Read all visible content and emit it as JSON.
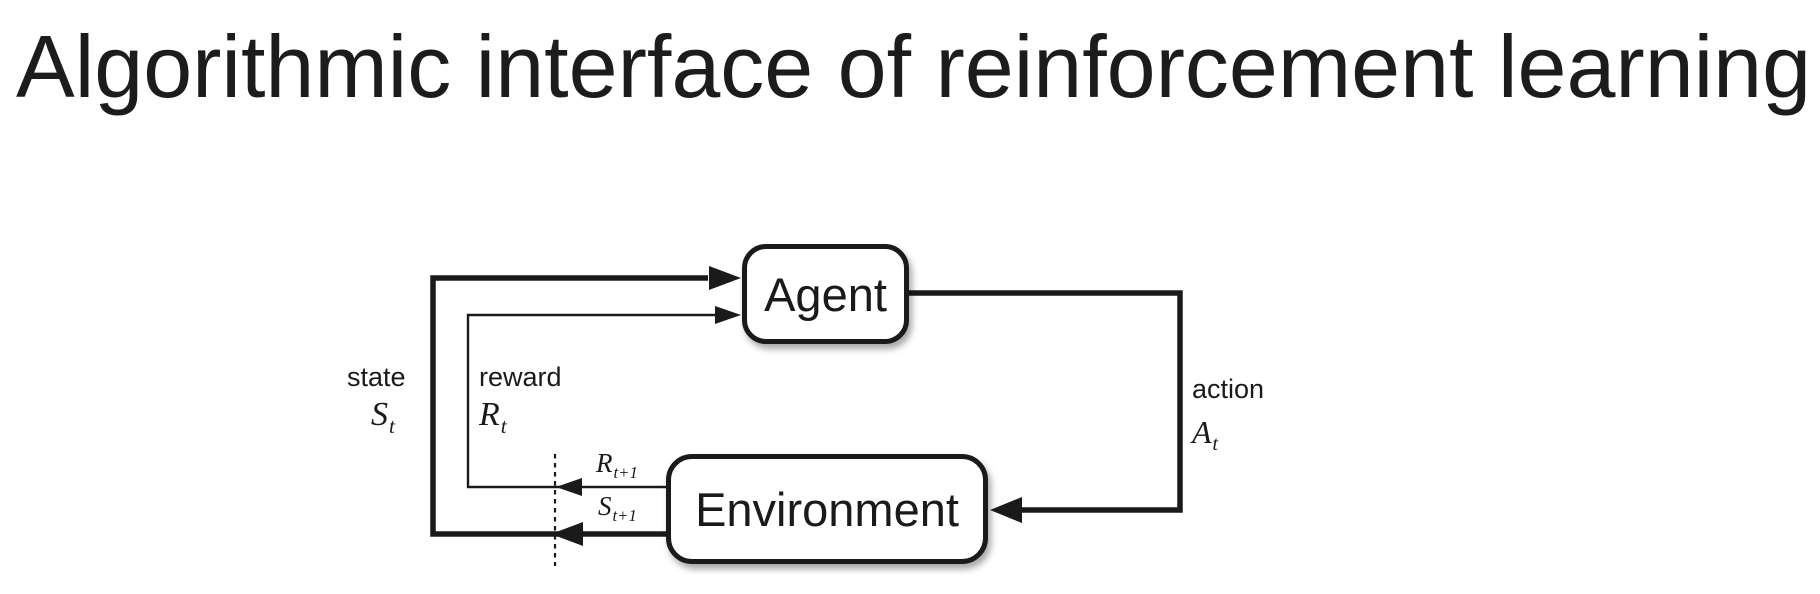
{
  "title": "Algorithmic interface of reinforcement learning",
  "diagram": {
    "agent": "Agent",
    "environment": "Environment",
    "state": {
      "word": "state",
      "symbol": "S",
      "subscript": "t"
    },
    "reward": {
      "word": "reward",
      "symbol": "R",
      "subscript": "t"
    },
    "action": {
      "word": "action",
      "symbol": "A",
      "subscript": "t"
    },
    "next_reward": {
      "symbol": "R",
      "subscript": "t+1"
    },
    "next_state": {
      "symbol": "S",
      "subscript": "t+1"
    },
    "colors": {
      "line": "#1a1a1a",
      "box_fill": "#ffffff",
      "background": "#ffffff"
    }
  }
}
